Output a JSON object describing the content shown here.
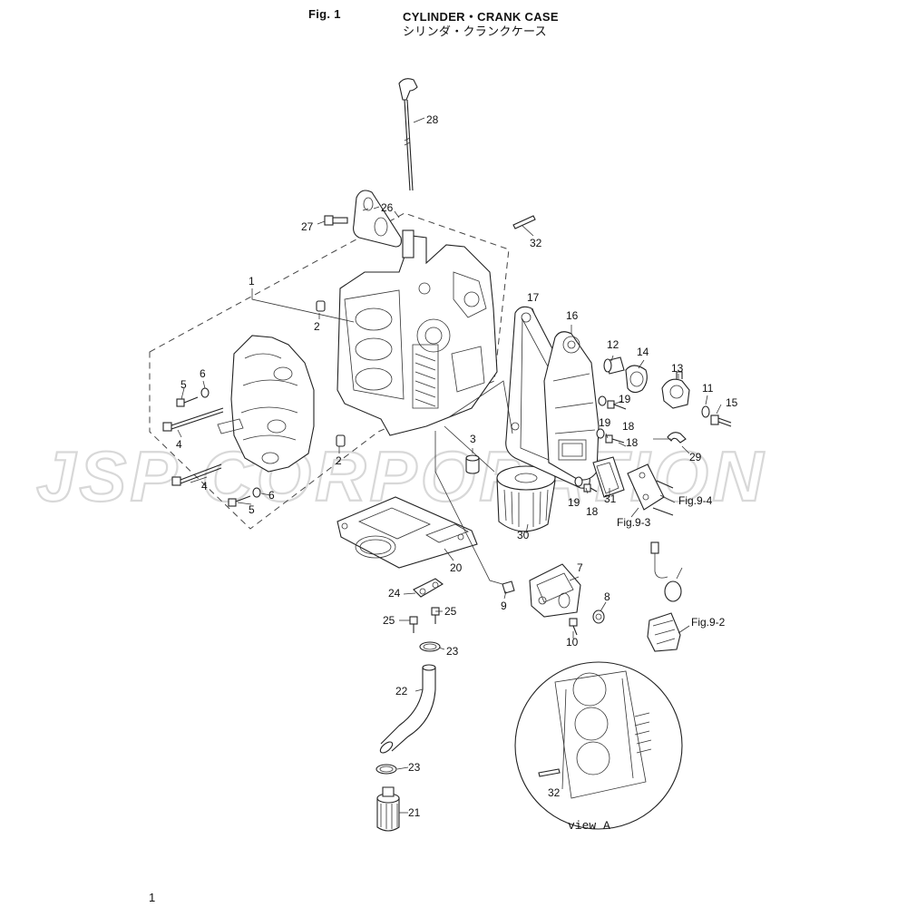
{
  "header": {
    "fig_label": "Fig. 1",
    "title_en": "CYLINDER・CRANK CASE",
    "title_jp": "シリンダ・クランクケース"
  },
  "watermark": "JSP CORPORATION",
  "callouts": [
    "1",
    "2",
    "2",
    "3",
    "4",
    "4",
    "5",
    "5",
    "6",
    "6",
    "7",
    "8",
    "9",
    "10",
    "11",
    "12",
    "13",
    "14",
    "15",
    "16",
    "17",
    "18",
    "18",
    "18",
    "19",
    "19",
    "19",
    "20",
    "21",
    "22",
    "23",
    "23",
    "24",
    "25",
    "25",
    "26",
    "27",
    "28",
    "29",
    "30",
    "31",
    "32",
    "32"
  ],
  "refs": {
    "fig_9_4": "Fig.9-4",
    "fig_9_3": "Fig.9-3",
    "fig_9_2": "Fig.9-2"
  },
  "view_label": "view A",
  "page_number": "1"
}
